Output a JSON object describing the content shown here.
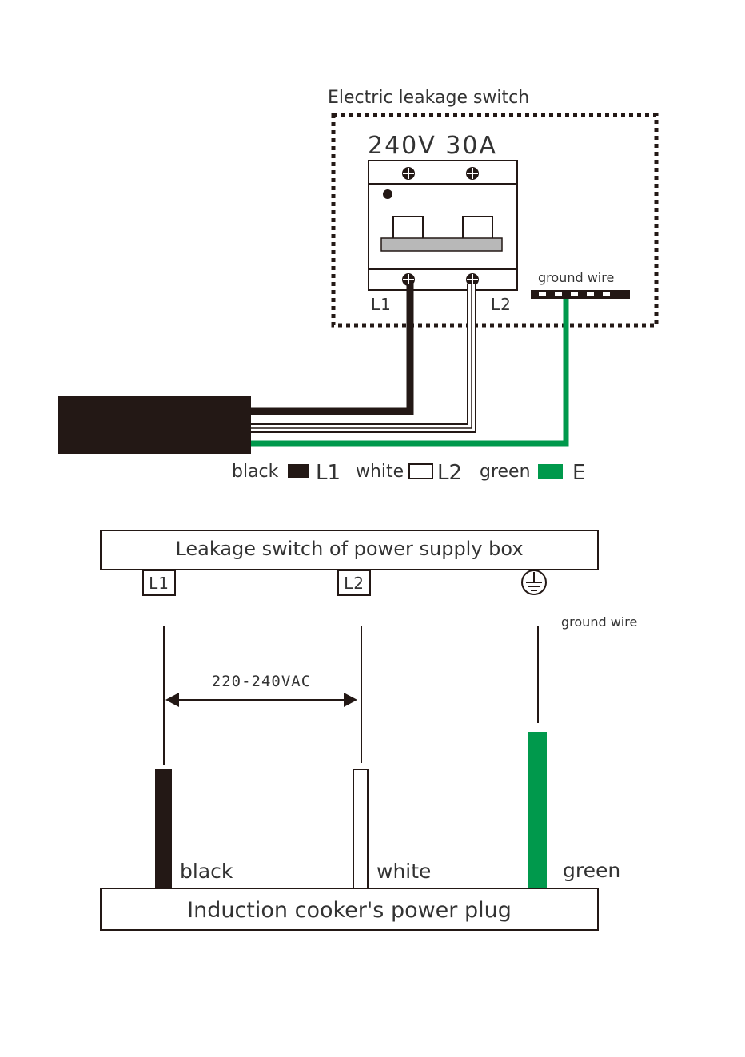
{
  "top_diagram": {
    "title": "Electric leakage switch",
    "rating": "240V  30A",
    "ground_wire_label": "ground wire",
    "terminal_l1": "L1",
    "terminal_l2": "L2",
    "legend": {
      "black_label": "black",
      "black_terminal": "L1",
      "white_label": "white",
      "white_terminal": "L2",
      "green_label": "green",
      "green_terminal": "E"
    }
  },
  "bottom_diagram": {
    "switch_box_label": "Leakage switch of power supply box",
    "terminal_l1": "L1",
    "terminal_l2": "L2",
    "ground_wire_label": "ground wire",
    "voltage_label": "220-240VAC",
    "wire_black": "black",
    "wire_white": "white",
    "wire_green": "green",
    "plug_label": "Induction cooker's power plug"
  },
  "colors": {
    "black_wire": "#231815",
    "green_wire": "#00994c",
    "breaker_bar": "#b8b8b8"
  }
}
